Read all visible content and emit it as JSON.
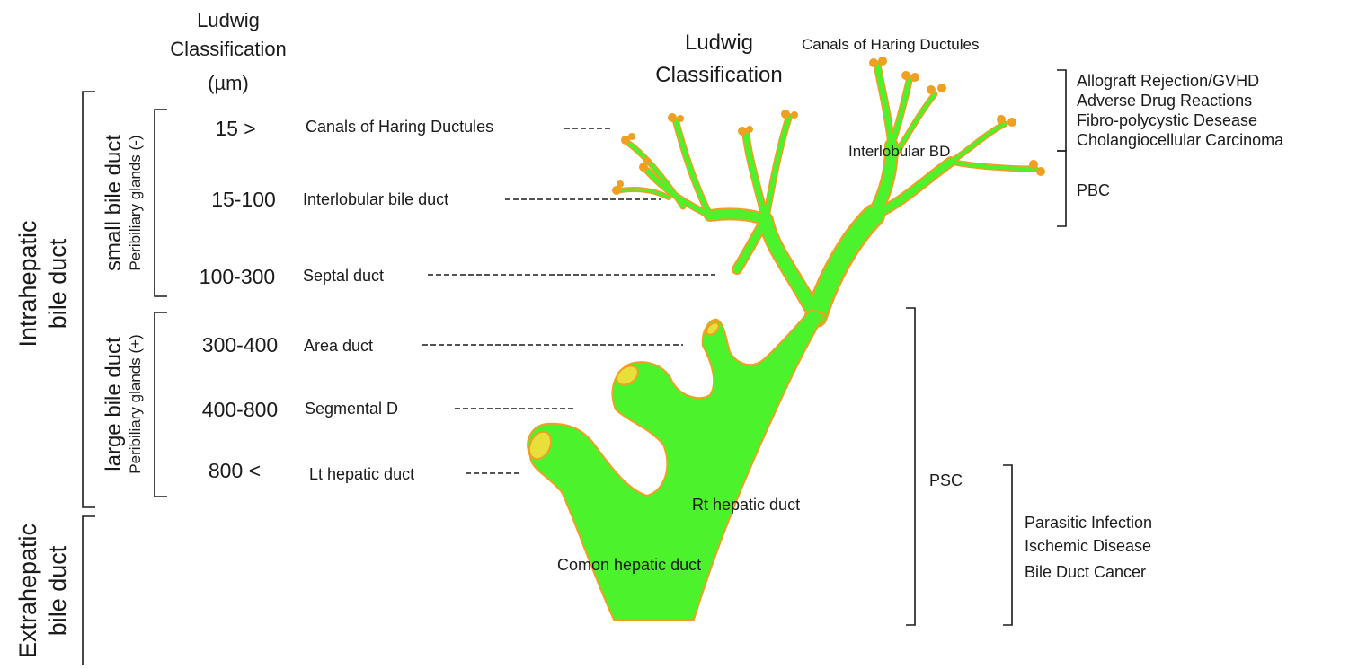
{
  "colors": {
    "duct_fill": "#4cf22b",
    "duct_outline": "#f0a020",
    "lumen": "#e8e03a",
    "ink": "#1a1a1a"
  },
  "left_header": {
    "line1": "Ludwig",
    "line2": "Classification",
    "line3": "(µm)"
  },
  "region_labels": {
    "intrahepatic_1": "Intrahepatic",
    "intrahepatic_2": "bile duct",
    "extrahepatic_1": "Extrahepatic",
    "extrahepatic_2": "bile duct",
    "small_1": "small bile duct",
    "small_2": "Peribiliary glands (-)",
    "large_1": "large bile duct",
    "large_2": "Peribiliary glands (+)"
  },
  "classification_rows": [
    {
      "size": "15 >",
      "name": "Canals of Haring Ductules"
    },
    {
      "size": "15-100",
      "name": "Interlobular bile duct"
    },
    {
      "size": "100-300",
      "name": "Septal duct"
    },
    {
      "size": "300-400",
      "name": "Area duct"
    },
    {
      "size": "400-800",
      "name": "Segmental D"
    },
    {
      "size": "800 <",
      "name": "Lt hepatic duct"
    }
  ],
  "tree_title": {
    "line1": "Ludwig",
    "line2": "Classification"
  },
  "tree_labels": {
    "canals": "Canals of Haring Ductules",
    "interlobular": "Interlobular BD",
    "rt_hepatic": "Rt hepatic duct",
    "common_hepatic": "Comon hepatic duct"
  },
  "diseases": {
    "group_small": [
      "Allograft Rejection/GVHD",
      "Adverse Drug Reactions",
      "Fibro-polycystic Desease",
      "Cholangiocellular Carcinoma"
    ],
    "pbc": "PBC",
    "psc": "PSC",
    "group_large": [
      "Parasitic  Infection",
      "Ischemic Disease",
      "Bile Duct Cancer"
    ]
  }
}
